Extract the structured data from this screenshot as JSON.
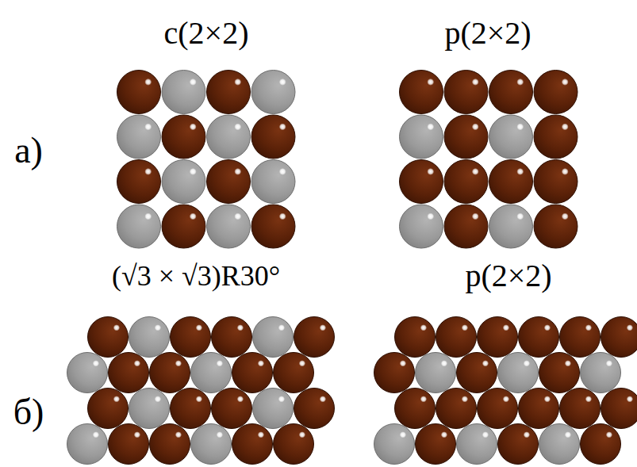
{
  "diagram": {
    "labels": [
      "c(2×2)",
      "p(2×2)",
      "a)",
      "(√3 × √3)R30°",
      "p(2×2)",
      "б)"
    ]
  }
}
